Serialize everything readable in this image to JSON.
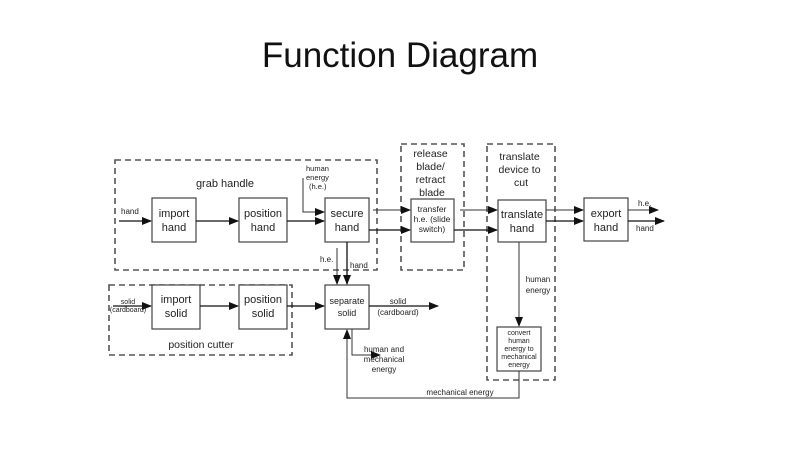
{
  "title": "Function Diagram",
  "groups": {
    "grab_handle": "grab handle",
    "release_blade": [
      "release",
      "blade/",
      "retract",
      "blade"
    ],
    "translate_device": [
      "translate",
      "device to",
      "cut"
    ],
    "position_cutter": "position cutter"
  },
  "blocks": {
    "import_hand": [
      "import",
      "hand"
    ],
    "position_hand": [
      "position",
      "hand"
    ],
    "secure_hand": [
      "secure",
      "hand"
    ],
    "transfer_he": [
      "transfer",
      "h.e. (slide",
      "switch)"
    ],
    "translate_hand": [
      "translate",
      "hand"
    ],
    "export_hand": [
      "export",
      "hand"
    ],
    "import_solid": [
      "import",
      "solid"
    ],
    "position_solid": [
      "position",
      "solid"
    ],
    "separate_solid": [
      "separate",
      "solid"
    ],
    "convert_energy": [
      "convert",
      "human",
      "energy to",
      "mechanical",
      "energy"
    ]
  },
  "flows": {
    "hand_in": "hand",
    "human_energy_in": [
      "human",
      "energy",
      "(h.e.)"
    ],
    "he_down": "h.e.",
    "hand_down": "hand",
    "he_out": "h.e.",
    "hand_out": "hand",
    "solid_in": [
      "solid",
      "(cardboard)"
    ],
    "solid_out": [
      "solid",
      "(cardboard)"
    ],
    "human_energy_down": [
      "human",
      "energy"
    ],
    "human_mech_energy": [
      "human and",
      "mechanical",
      "energy"
    ],
    "mechanical_energy": "mechanical energy"
  }
}
